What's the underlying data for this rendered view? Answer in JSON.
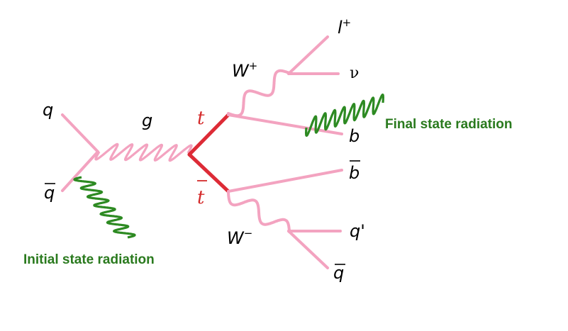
{
  "labels": {
    "q_in": "q",
    "qbar_in": "q",
    "gluon": "g",
    "top": "t",
    "antitop": "t",
    "wplus_base": "W",
    "wplus_sup": "+",
    "wminus_base": "W",
    "wminus_sup": "−",
    "lepton_base": "l",
    "lepton_sup": "+",
    "neutrino": "ν",
    "b": "b",
    "bbar": "b",
    "qprime": "q'",
    "qbar_out": "q"
  },
  "captions": {
    "fsr": "Final state radiation",
    "isr": "Initial state radiation"
  },
  "colors": {
    "fermion_line": "#f3a3c0",
    "top_line": "#dd2b36",
    "radiation": "#2d8a22",
    "caption_text": "#2a7a1e",
    "top_label": "#d42a2a"
  }
}
